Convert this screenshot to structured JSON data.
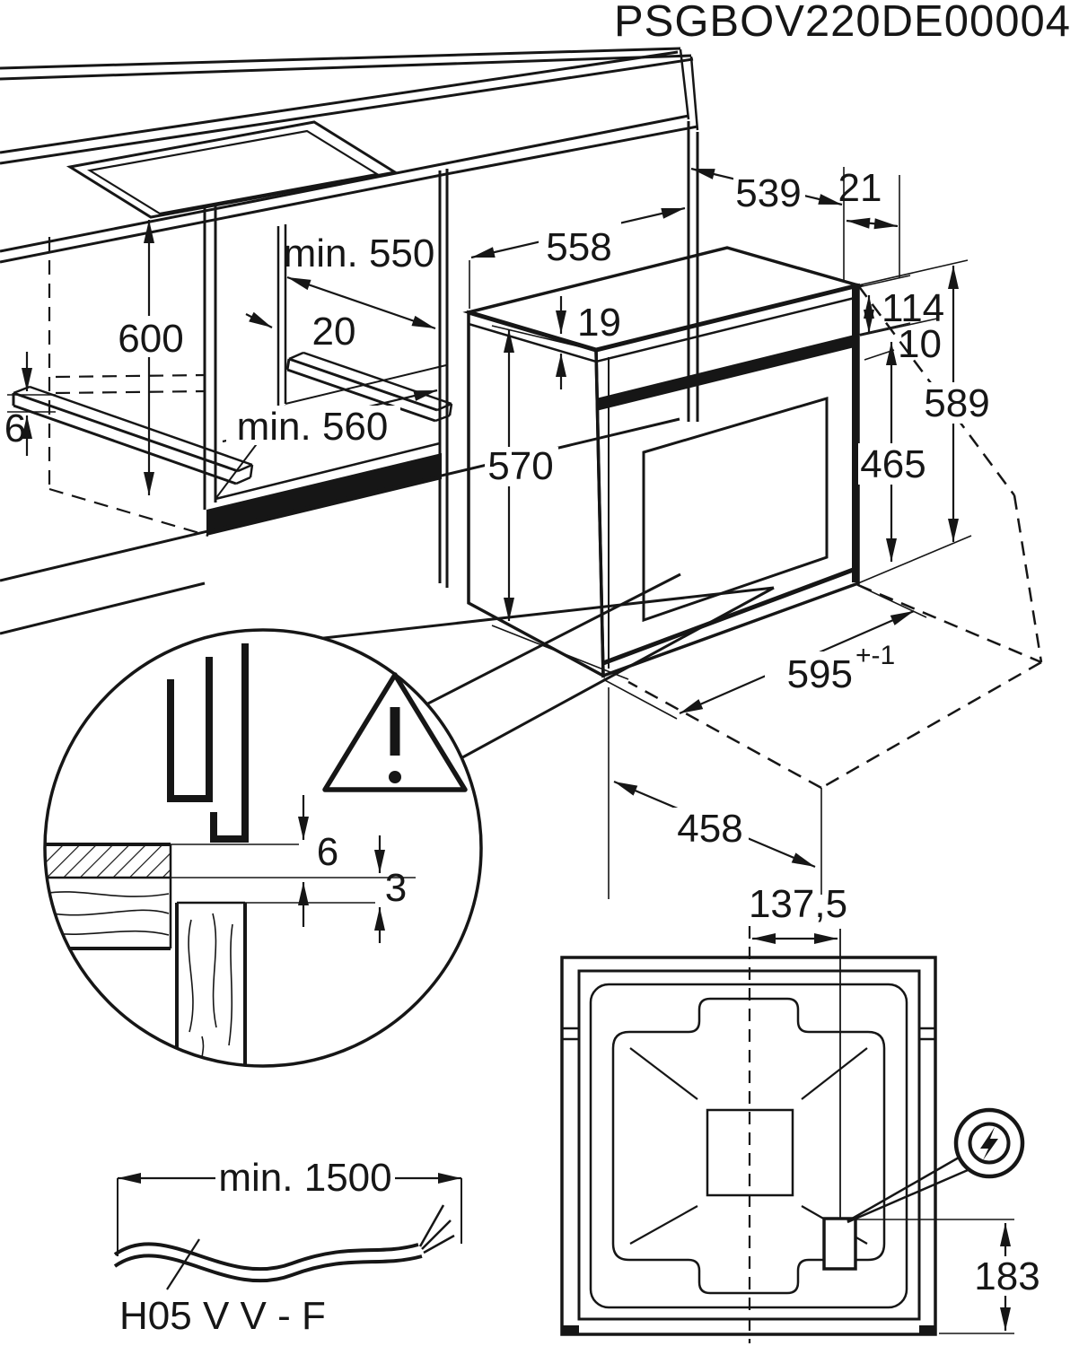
{
  "document": {
    "number": "PSGBOV220DE00004",
    "type": "built-in oven installation dimensions drawing"
  },
  "colors": {
    "line": "#161616",
    "background": "#ffffff"
  },
  "cabinet_view": {
    "description": "kitchen cabinet niche with worktop cutout, perspective",
    "dims": {
      "niche_height": "600",
      "niche_depth_min": "min. 550",
      "rear_gap": "20",
      "bottom_depth_min": "min. 560",
      "rail_thickness": "6"
    }
  },
  "oven_view": {
    "description": "built-in oven, perspective with open-door projection (dashed)",
    "dims": {
      "depth_total": "558",
      "depth_body": "539",
      "front_overhang": "21",
      "top_rim": "19",
      "panel_height": "114",
      "panel_gap": "10",
      "height_overall": "589",
      "height_body": "570",
      "door_height": "465",
      "width": "595",
      "width_tolerance": "+-1",
      "door_open_depth": "458"
    }
  },
  "detail_view": {
    "description": "magnified cross-section of worktop edge and oven trim",
    "dims": {
      "gap_top": "6",
      "gap_bottom": "3"
    },
    "icons": [
      "warning-triangle-icon"
    ]
  },
  "cable_view": {
    "dims": {
      "cable_length_min": "min. 1500"
    },
    "cable_type": "H05 V V - F"
  },
  "rear_view": {
    "description": "oven back panel with mains junction box",
    "dims": {
      "junction_offset_from_center": "137,5",
      "junction_height": "183"
    },
    "icons": [
      "lightning-bolt-icon"
    ]
  }
}
